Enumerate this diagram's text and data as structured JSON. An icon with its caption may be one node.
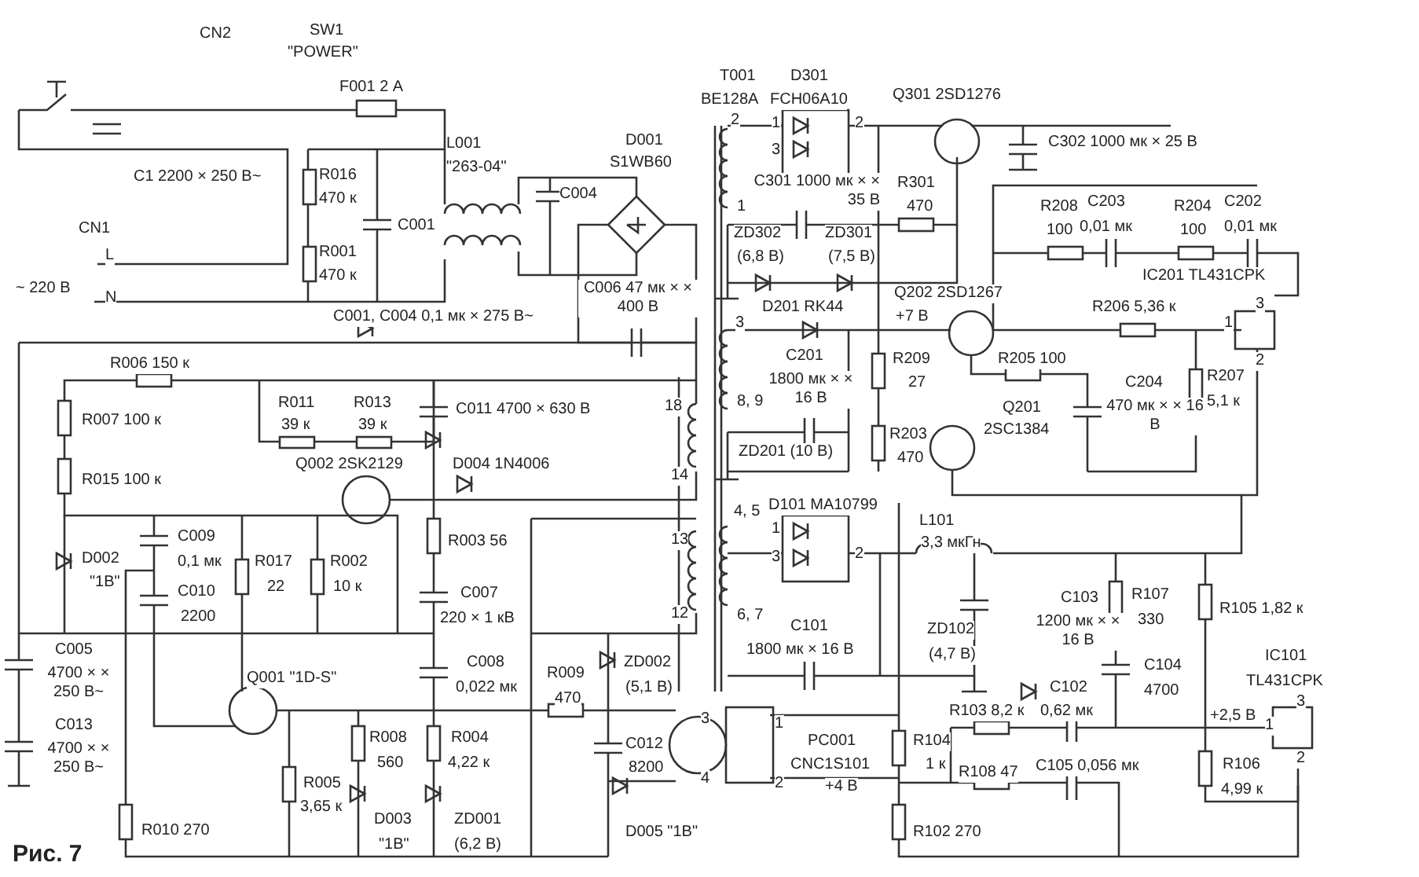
{
  "diagram": {
    "caption": "Рис. 7",
    "labels": [
      "SW1",
      "\"POWER\"",
      "CN2",
      "F001 2 А",
      "C1 2200 × 250 В~",
      "L001",
      "\"263-04\"",
      "D001",
      "S1WB60",
      "C004",
      "C001",
      "R016",
      "470 к",
      "R001",
      "470 к",
      "CN1",
      "L",
      "N",
      "~ 220 В",
      "C001, C004 0,1 мк × 275 В~",
      "C006 47 мк × × 400 В",
      "T001",
      "BE128A",
      "D301",
      "FCH06A10",
      "Q301 2SD1276",
      "C302 1000 мк × 25 В",
      "C301 1000 мк × × 35 В",
      "R301",
      "470",
      "ZD302",
      "(6,8 В)",
      "ZD301",
      "(7,5 В)",
      "R208",
      "100",
      "C203",
      "0,01 мк",
      "R204",
      "100",
      "C202",
      "0,01 мк",
      "IC201 TL431CPK",
      "D201 RK44",
      "Q202 2SD1267",
      "+7 В",
      "R206 5,36 к",
      "C201",
      "1800 мк × × 16 В",
      "R209",
      "27",
      "R205 100",
      "C204",
      "470 мк × × 16 В",
      "R207",
      "5,1 к",
      "Q201",
      "2SC1384",
      "R203",
      "470",
      "ZD201 (10 В)",
      "D101 MA10799",
      "L101",
      "3,3 мкГн",
      "C103",
      "1200 мк × × 16 В",
      "R107",
      "330",
      "R105 1,82 к",
      "C101",
      "1800 мк × 16 В",
      "ZD102",
      "(4,7 В)",
      "C104",
      "4700",
      "C102",
      "0,62 мк",
      "IC101",
      "TL431CPK",
      "R103 8,2 к",
      "+2,5 В",
      "PC001",
      "CNC1S101",
      "+4 В",
      "R104",
      "1 к",
      "R108 47",
      "C105 0,056 мк",
      "R106",
      "4,99 к",
      "R102 270",
      "R006 150 к",
      "R007 100 к",
      "R011",
      "39 к",
      "R013",
      "39 к",
      "C011 4700 × 630 В",
      "Q002 2SK2129",
      "D004 1N4006",
      "R015 100 к",
      "R003 56",
      "C009",
      "0,1 мк",
      "D002",
      "\"1В\"",
      "R017",
      "22",
      "R002",
      "10 к",
      "C010",
      "2200",
      "C007",
      "220 × 1 кВ",
      "C005",
      "4700 × × 250 В~",
      "C013",
      "4700 × × 250 В~",
      "Q001 \"1D-S\"",
      "C008",
      "0,022 мк",
      "R009",
      "470",
      "ZD002",
      "(5,1 В)",
      "C012",
      "8200",
      "R008",
      "560",
      "R004",
      "4,22 к",
      "R005",
      "3,65 к",
      "D003",
      "\"1В\"",
      "ZD001",
      "(6,2 В)",
      "D005 \"1В\"",
      "R010 270",
      "2",
      "1",
      "3",
      "8, 9",
      "18",
      "14",
      "13",
      "12",
      "4, 5",
      "6, 7",
      "1",
      "3",
      "2",
      "1",
      "3",
      "2",
      "3",
      "1",
      "2",
      "3",
      "1",
      "2",
      "3",
      "4",
      "1",
      "2"
    ]
  }
}
